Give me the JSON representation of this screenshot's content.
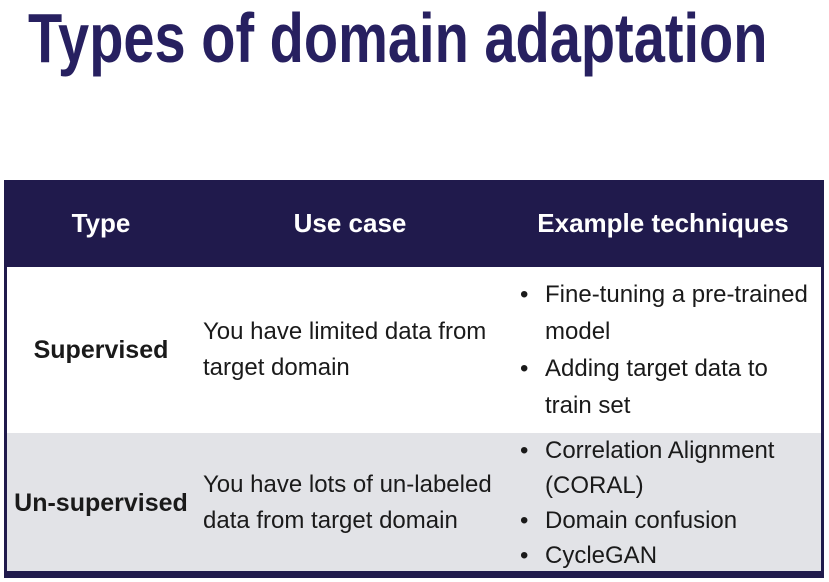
{
  "title": "Types of domain adaptation",
  "colors": {
    "navy": "#201a4c",
    "title_navy": "#272060",
    "alt_row_gray": "#e2e3e7",
    "header_text": "#ffffff",
    "body_text": "#1a1a1a"
  },
  "table": {
    "headers": [
      "Type",
      "Use case",
      "Example techniques"
    ],
    "rows": [
      {
        "type": "Supervised",
        "use_case": "You have limited data from target domain",
        "techniques": [
          "Fine-tuning a pre-trained model",
          "Adding target data to train set"
        ]
      },
      {
        "type": "Un-supervised",
        "use_case": "You have lots of un-labeled data from target domain",
        "techniques": [
          "Correlation Alignment (CORAL)",
          "Domain confusion",
          "CycleGAN"
        ]
      }
    ]
  }
}
